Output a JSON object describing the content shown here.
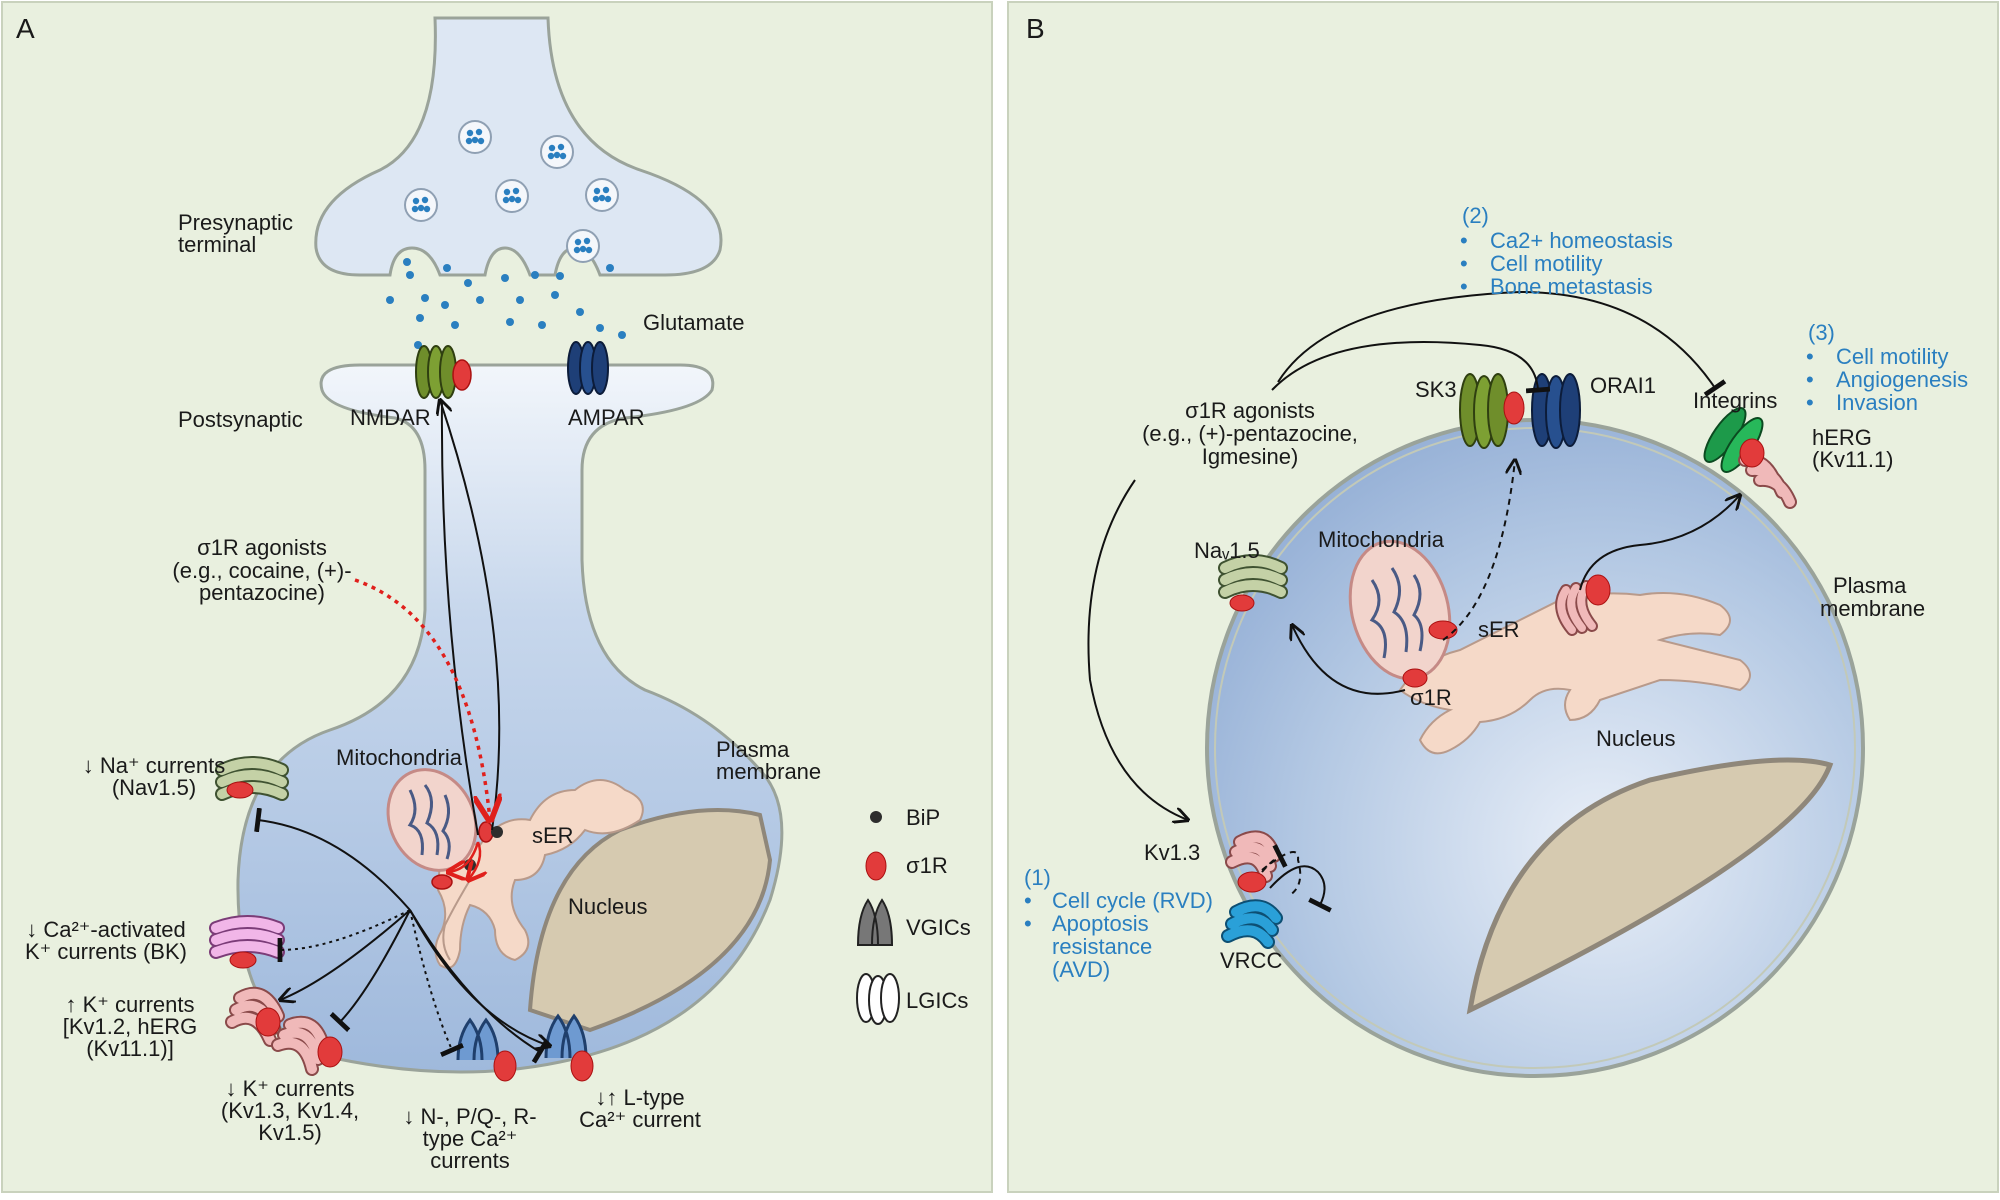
{
  "panel_a": {
    "letter": "A",
    "presynaptic": [
      "Presynaptic",
      "terminal"
    ],
    "glutamate": "Glutamate",
    "postsynaptic": "Postsynaptic",
    "nmdar": "NMDAR",
    "ampar": "AMPAR",
    "agonists": [
      "σ1R agonists",
      "(e.g., cocaine, (+)-",
      "pentazocine)"
    ],
    "mitochondria": "Mitochondria",
    "ser": "sER",
    "nucleus": "Nucleus",
    "plasma_membrane": [
      "Plasma",
      "membrane"
    ],
    "na_currents": [
      "↓ Na⁺ currents",
      "(Nav1.5)"
    ],
    "bk_currents": [
      "↓ Ca²⁺-activated",
      "K⁺ currents (BK)"
    ],
    "k_up_currents": [
      "↑ K⁺ currents",
      "[Kv1.2, hERG",
      "(Kv11.1)]"
    ],
    "k_down_currents": [
      "↓ K⁺ currents",
      "(Kv1.3, Kv1.4,",
      "Kv1.5)"
    ],
    "npqr_currents": [
      "↓ N-, P/Q-, R-",
      "type Ca²⁺",
      "currents"
    ],
    "ltype_current": [
      "↓↑ L-type",
      "Ca²⁺ current"
    ]
  },
  "legend": {
    "bip": "BiP",
    "sigma": "σ1R",
    "vgics": "VGICs",
    "lgics": "LGICs"
  },
  "panel_b": {
    "letter": "B",
    "group2": {
      "num": "(2)",
      "items": [
        "Ca2+ homeostasis",
        "Cell motility",
        "Bone metastasis"
      ]
    },
    "group3": {
      "num": "(3)",
      "items": [
        "Cell motility",
        "Angiogenesis",
        "Invasion"
      ]
    },
    "group1": {
      "num": "(1)",
      "items": [
        "Cell cycle (RVD)",
        "Apoptosis",
        "resistance",
        "(AVD)"
      ]
    },
    "agonists": [
      "σ1R agonists",
      "(e.g., (+)-pentazocine,",
      "Igmesine)"
    ],
    "sk3": "SK3",
    "orai1": "ORAI1",
    "integrins": "Integrins",
    "herg": [
      "hERG",
      "(Kv11.1)"
    ],
    "nav": "Naᵥ1.5",
    "mitochondria": "Mitochondria",
    "ser": "sER",
    "sigma": "σ1R",
    "nucleus": "Nucleus",
    "plasma_membrane": [
      "Plasma",
      "membrane"
    ],
    "kv13": "Kv1.3",
    "vrcc": "VRCC"
  },
  "colors": {
    "panel_bg": "#e9f0df",
    "cell_blue": "#a9c1df",
    "er": "#f5d9c8",
    "nucleus": "#d6cab0",
    "sigma_red": "#e23b3b",
    "text_blue": "#2a7fc0"
  }
}
